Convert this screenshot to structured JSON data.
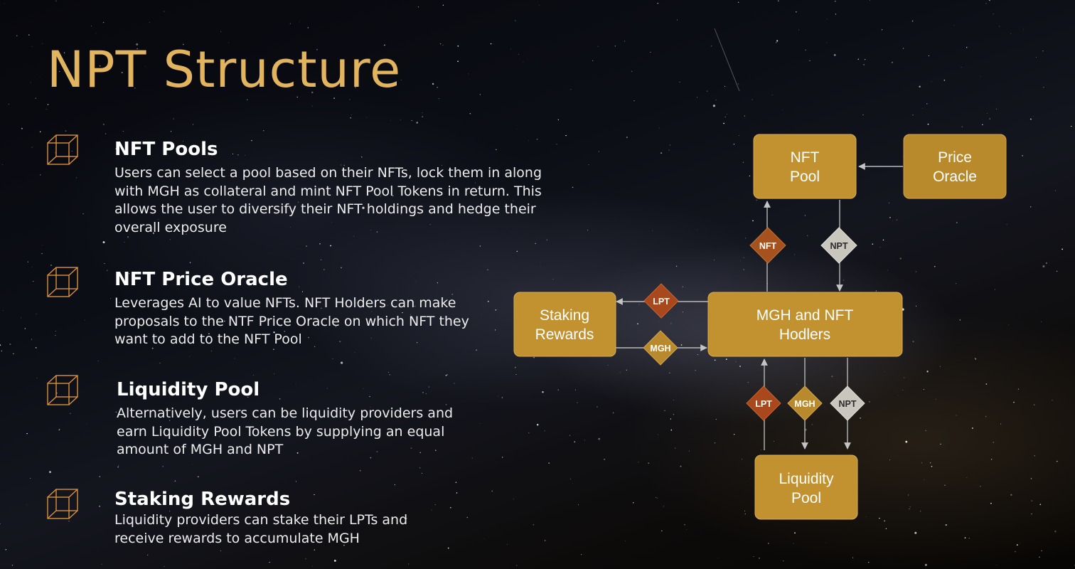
{
  "slide": {
    "title": "NPT Structure",
    "features": [
      {
        "icon": "cube-icon",
        "heading": "NFT Pools",
        "body": "Users can select a pool based on their NFTs, lock them in along with MGH as collateral and mint NFT Pool Tokens in return. This allows the user to diversify their NFT holdings and hedge their overall exposure"
      },
      {
        "icon": "cube-icon",
        "heading": "NFT Price Oracle",
        "body": "Leverages AI to value NFTs. NFT Holders can make proposals to the NTF Price Oracle on which NFT they want to add to the NFT Pool"
      },
      {
        "icon": "cube-icon",
        "heading": "Liquidity Pool",
        "body": "Alternatively, users can be liquidity providers and earn Liquidity Pool Tokens by supplying an equal amount of MGH and NPT"
      },
      {
        "icon": "cube-icon",
        "heading": "Staking Rewards",
        "body": "Liquidity providers can stake their LPTs and receive rewards to accumulate MGH"
      }
    ]
  },
  "diagram": {
    "nodes": {
      "nft_pool": [
        "NFT",
        "Pool"
      ],
      "price_oracle": [
        "Price",
        "Oracle"
      ],
      "holders": [
        "MGH and NFT",
        "Hodlers"
      ],
      "staking": [
        "Staking",
        "Rewards"
      ],
      "liquidity": [
        "Liquidity",
        "Pool"
      ]
    },
    "tokens": {
      "nft_up": "NFT",
      "npt_down": "NPT",
      "lpt_left": "LPT",
      "mgh_right": "MGH",
      "lpt_up": "LPT",
      "mgh_down": "MGH",
      "npt_down_lp": "NPT"
    },
    "colors": {
      "title": "#e2b45e",
      "node_fill": "#c1922f",
      "token_nft": "#a5521f",
      "token_npt": "#c9c6bd",
      "token_lpt": "#a9481c",
      "token_mgh": "#b98a2d",
      "arrow": "#b9b9b9"
    }
  }
}
